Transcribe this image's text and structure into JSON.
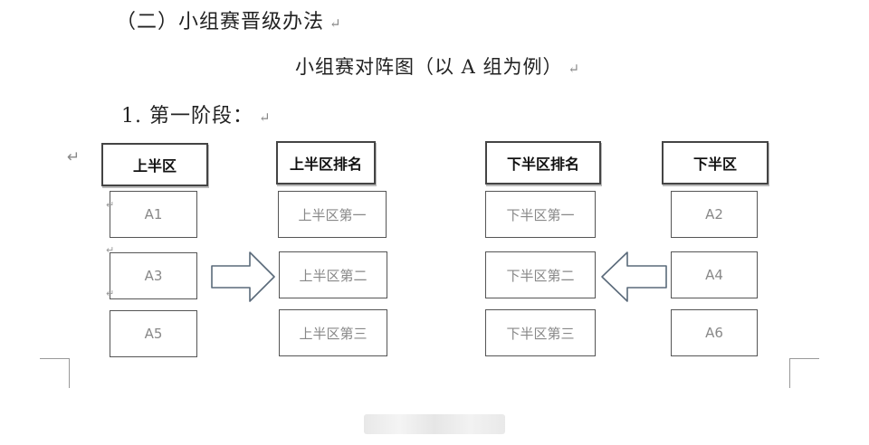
{
  "doc": {
    "heading": "（二）小组赛晋级办法",
    "diagram_title": "小组赛对阵图（以 A 组为例）",
    "stage": "1. 第一阶段：",
    "paragraph_mark": "↵"
  },
  "diagram": {
    "upper_header": "上半区",
    "upper_rank_header": "上半区排名",
    "lower_rank_header": "下半区排名",
    "lower_header": "下半区",
    "upper_teams": [
      "A1",
      "A3",
      "A5"
    ],
    "upper_ranks": [
      "上半区第一",
      "上半区第二",
      "上半区第三"
    ],
    "lower_ranks": [
      "下半区第一",
      "下半区第二",
      "下半区第三"
    ],
    "lower_teams": [
      "A2",
      "A4",
      "A6"
    ]
  }
}
